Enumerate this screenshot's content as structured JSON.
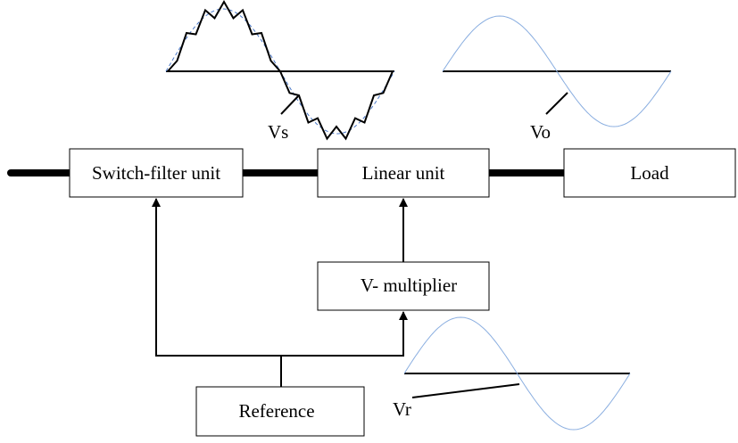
{
  "blocks": {
    "switch_filter": "Switch-filter unit",
    "linear": "Linear unit",
    "load": "Load",
    "multiplier": "V- multiplier",
    "reference": "Reference"
  },
  "signals": {
    "vs": "Vs",
    "vo": "Vo",
    "vr": "Vr"
  },
  "colors": {
    "stroke": "#000000",
    "ideal_sine": "#8aaee0",
    "bus": "#000000"
  }
}
